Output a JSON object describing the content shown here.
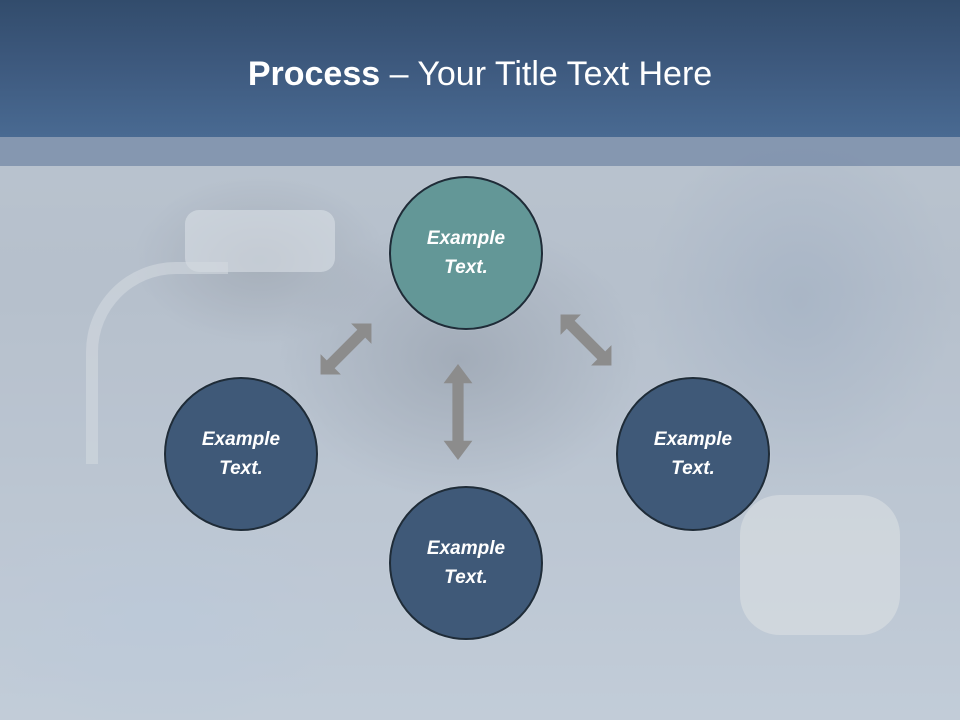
{
  "slide": {
    "title_bold": "Process",
    "title_rest": " – Your Title Text Here"
  },
  "diagram": {
    "nodes": {
      "top": "Example Text.",
      "left": "Example Text.",
      "right": "Example Text.",
      "bottom": "Example Text."
    },
    "colors": {
      "accent_node": "#639797",
      "node": "#3f5978",
      "arrow": "#8c8c8c",
      "header": "#3e5a7f"
    }
  }
}
